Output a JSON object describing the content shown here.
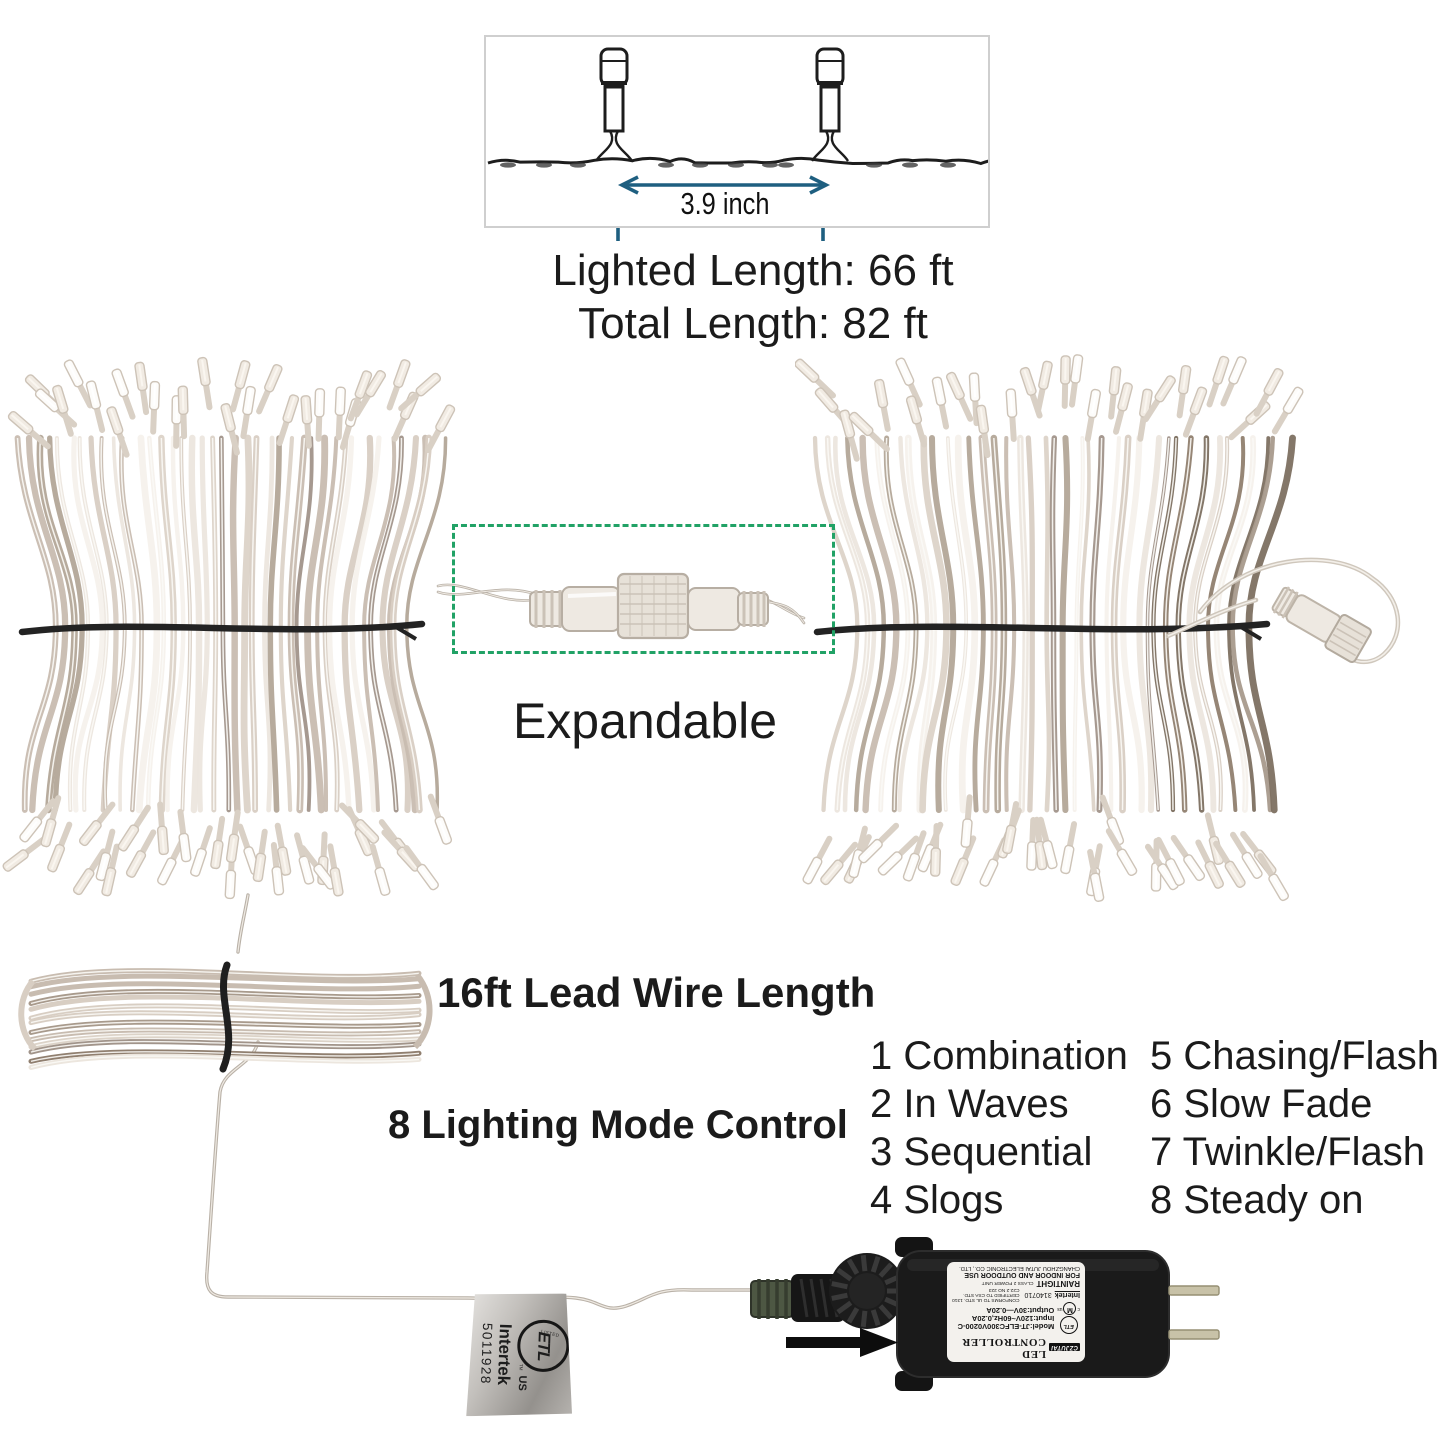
{
  "colors": {
    "accent_blue": "#1e5f80",
    "accent_green": "#21a266",
    "text": "#1b1b1b",
    "strand_light": "#ece6de",
    "strand_dark": "#8f8172"
  },
  "spacing_diagram": {
    "distance": "3.9 inch"
  },
  "length_info": {
    "lighted": "Lighted Length: 66 ft",
    "total": "Total Length: 82 ft"
  },
  "expandable": {
    "label": "Expandable"
  },
  "lead_wire": {
    "label": "16ft Lead Wire Length"
  },
  "modes": {
    "title": "8 Lighting Mode Control",
    "column_left": [
      "1 Combination",
      "2 In Waves",
      "3 Sequential",
      "4 Slogs"
    ],
    "column_right": [
      "5 Chasing/Flash",
      "6 Slow Fade",
      "7 Twinkle/Flash",
      "8 Steady on"
    ]
  },
  "etl_tag": {
    "logo": "ETL",
    "listed": "LISTED",
    "tm": "TM",
    "region": "US",
    "brand": "Intertek",
    "number": "5011928"
  },
  "controller": {
    "badge": "CZJUTAI",
    "label": {
      "title": "LED CONTROLLER",
      "model": "Model:JT-ELFC300V0200-C",
      "input": "Input:120V~60Hz,0.20A",
      "output": "Output:30V—0.20A",
      "intertek": "Intertek",
      "cert_no": "3140710",
      "ul": "CONFORMS TO UL STD. 1310",
      "csa": "CERTIFIED TO CSA STD. C22.2 NO 223",
      "raintight": "RAINTIGHT",
      "class2": "CLASS 2 POWER UNIT",
      "use": "FOR INDOOR AND OUTDOOR USE",
      "company": "CHANGZHOU JUTAI ELECTRONIC CO., LTD."
    },
    "marks": {
      "etl": "ETL",
      "c": "c",
      "us": "us",
      "m": "M"
    }
  }
}
